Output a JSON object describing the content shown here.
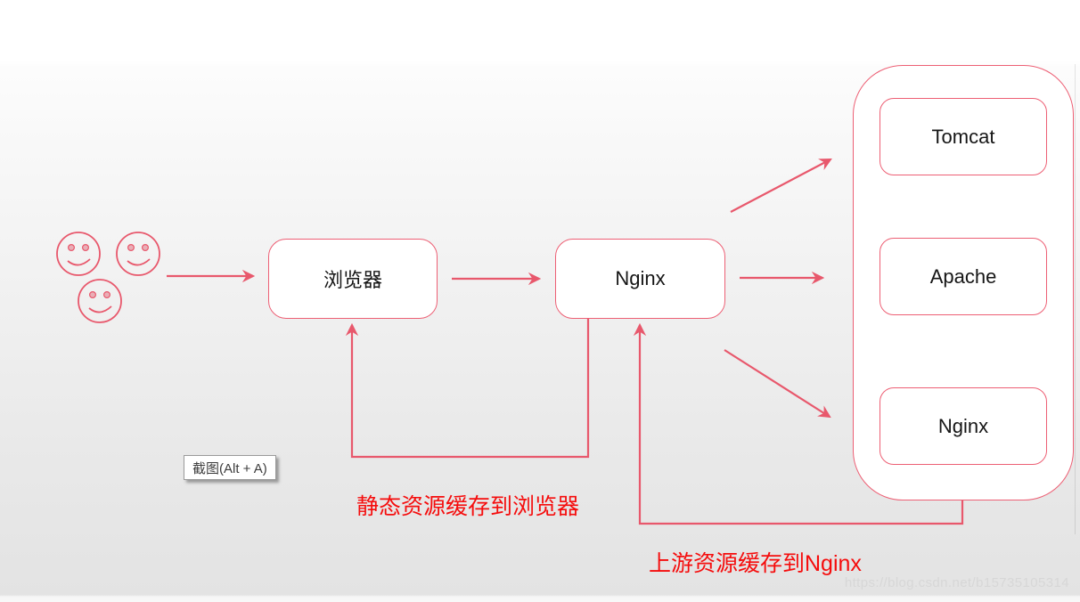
{
  "diagram": {
    "nodes": {
      "browser": "浏览器",
      "proxy": "Nginx",
      "upstream": [
        "Tomcat",
        "Apache",
        "Nginx"
      ]
    },
    "annotations": {
      "static_cache": "静态资源缓存到浏览器",
      "upstream_cache": "上游资源缓存到Nginx"
    },
    "icons": [
      "user-smiley-icon",
      "user-smiley-icon",
      "user-smiley-icon"
    ],
    "colors": {
      "connector": "#e8586c",
      "annotation_text": "#f50d0d",
      "node_border": "#ed5f74",
      "node_text": "#161616"
    }
  },
  "tooltip": {
    "label": "截图(Alt + A)"
  },
  "watermark": {
    "text": "https://blog.csdn.net/b15735105314"
  }
}
